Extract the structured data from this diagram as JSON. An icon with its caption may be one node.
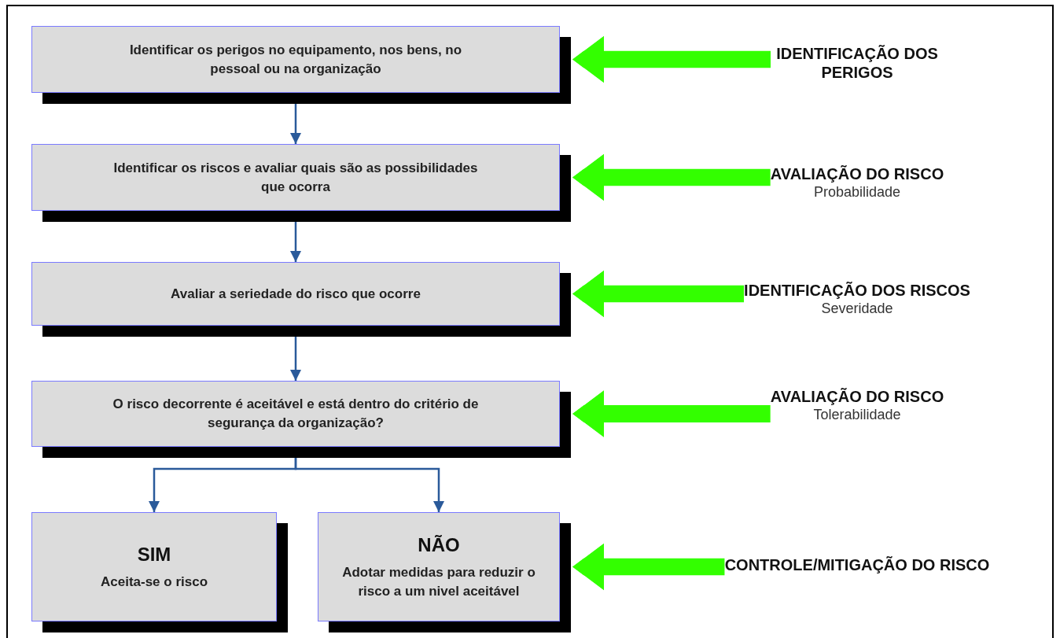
{
  "diagram": {
    "nodes": [
      {
        "text": [
          "Identificar os perigos no equipamento, nos bens, no pessoal ou na organização"
        ]
      },
      {
        "text": [
          "Identificar os riscos e avaliar quais são as possibilidades que ocorra"
        ]
      },
      {
        "text": [
          "Avaliar a seriedade do risco que ocorre"
        ]
      },
      {
        "text": [
          "O risco decorrente é aceitável e está dentro do critério de segurança da organização?"
        ]
      },
      {
        "text": [
          "SIM",
          "Aceita-se o risco"
        ]
      },
      {
        "text": [
          "NÃO",
          "Adotar medidas para reduzir o risco a um nivel aceitável"
        ]
      },
      {
        "text": [
          "IDENTIFICAÇÃO DOS PERIGOS"
        ]
      },
      {
        "text": [
          "AVALIAÇÃO DO RISCO",
          "Probabilidade"
        ]
      },
      {
        "text": [
          "IDENTIFICAÇÃO DOS RISCOS",
          "Severidade"
        ]
      },
      {
        "text": [
          "AVALIAÇÃO DO RISCO",
          "Tolerabilidade"
        ]
      },
      {
        "text": [
          "CONTROLE/MITIGAÇÃO DO RISCO"
        ]
      }
    ],
    "edges": [
      {
        "from": 0,
        "to": 1,
        "arrow": "to"
      },
      {
        "from": 1,
        "to": 2,
        "arrow": "to"
      },
      {
        "from": 2,
        "to": 3,
        "arrow": "to"
      },
      {
        "from": 3,
        "to": 4,
        "arrow": "to"
      },
      {
        "from": 3,
        "to": 5,
        "arrow": "to"
      },
      {
        "from": 6,
        "to": 0,
        "arrow": "to",
        "style": "thick",
        "color": "#33ff00"
      },
      {
        "from": 7,
        "to": 1,
        "arrow": "to",
        "style": "thick",
        "color": "#33ff00"
      },
      {
        "from": 8,
        "to": 2,
        "arrow": "to",
        "style": "thick",
        "color": "#33ff00"
      },
      {
        "from": 9,
        "to": 3,
        "arrow": "to",
        "style": "thick",
        "color": "#33ff00"
      },
      {
        "from": 10,
        "to": 5,
        "arrow": "to",
        "style": "thick",
        "color": "#33ff00"
      }
    ]
  }
}
